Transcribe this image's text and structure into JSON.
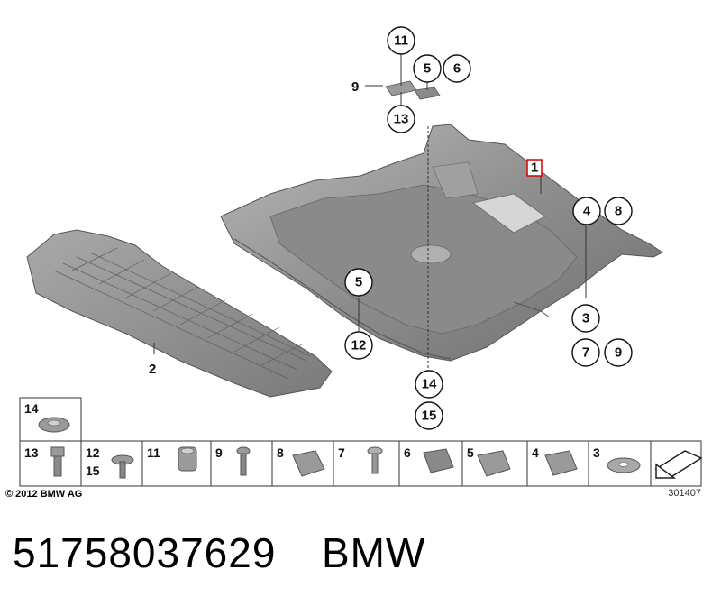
{
  "diagram": {
    "callouts": [
      "1",
      "2",
      "3",
      "4",
      "5",
      "6",
      "7",
      "8",
      "9",
      "11",
      "12",
      "13",
      "14",
      "15"
    ],
    "legend_cells": [
      "14",
      "13",
      "12",
      "15",
      "11",
      "9",
      "8",
      "7",
      "6",
      "5",
      "4",
      "3"
    ],
    "copyright": "© 2012 BMW AG",
    "image_number": "301407"
  },
  "caption": {
    "part_number": "51758037629",
    "brand": "BMW"
  },
  "colors": {
    "part_fill": "#8f8f8f",
    "part_dark": "#6e6e6e",
    "part_light": "#b5b5b5",
    "callout_1_border": "#d40000"
  }
}
